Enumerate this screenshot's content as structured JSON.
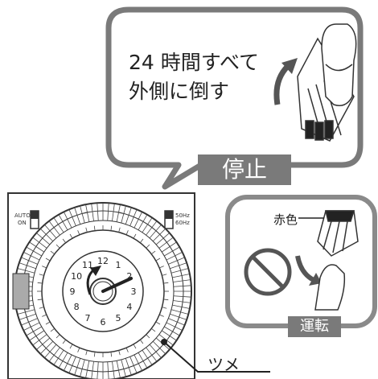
{
  "bubble": {
    "line1": "24 時間すべて",
    "line2": "外側に倒す"
  },
  "stop_label": "停止",
  "run_label": "運転",
  "red_label": "赤色",
  "claw_label": "ツメ",
  "switch_left": {
    "top": "AUTO",
    "bottom": "ON"
  },
  "switch_right": {
    "top": "50Hz",
    "bottom": "60Hz"
  },
  "dial_numbers": [
    "12",
    "1",
    "2",
    "3",
    "4",
    "5",
    "6",
    "7",
    "8",
    "9",
    "10",
    "11"
  ],
  "colors": {
    "badge": "#7a7a7a",
    "outline": "#8a8a8a",
    "red_tab": "#222222"
  }
}
